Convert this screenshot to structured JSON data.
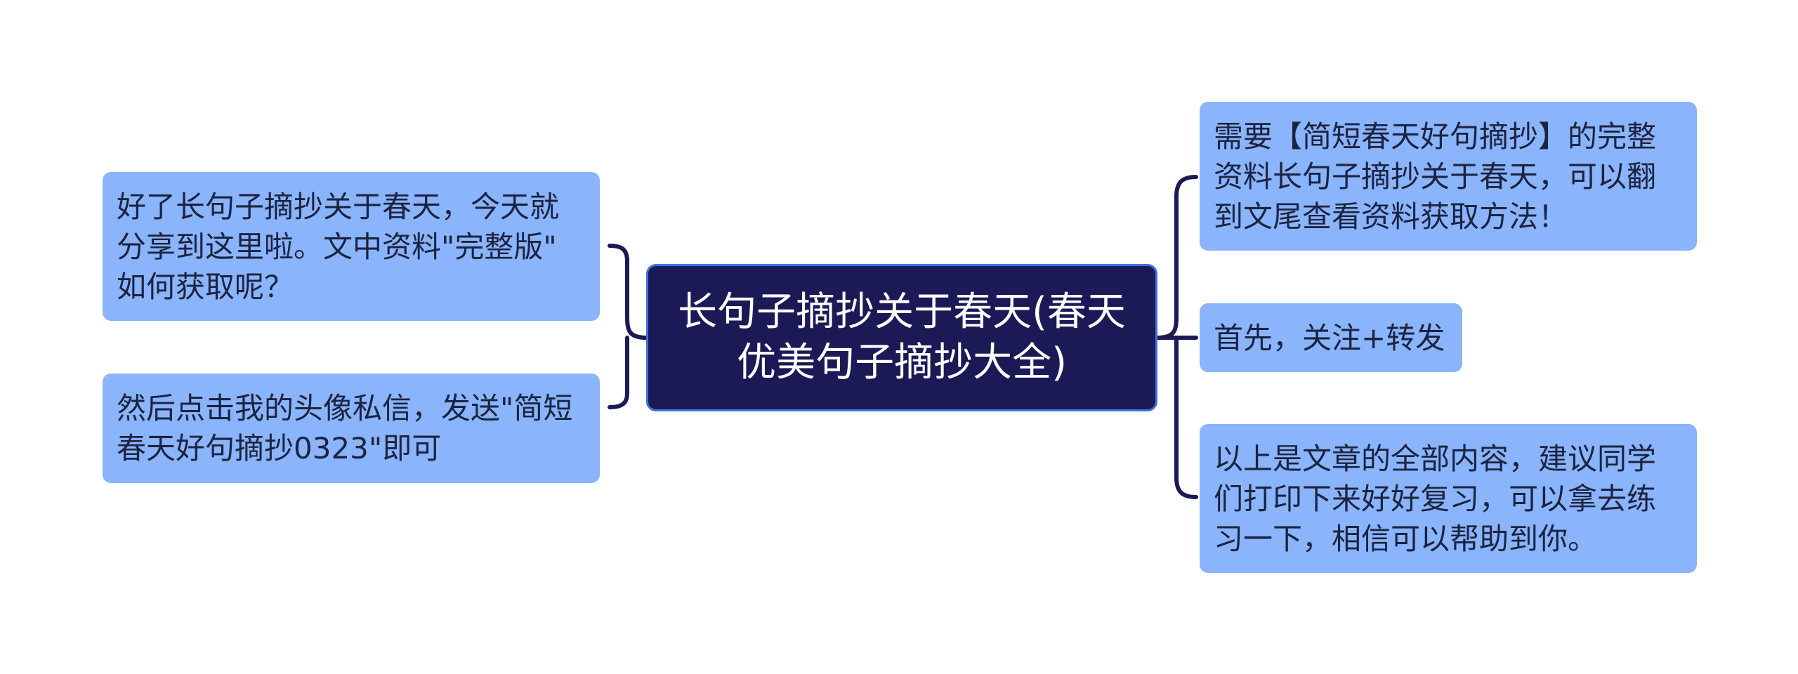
{
  "colors": {
    "central_bg": "#1b1a56",
    "central_border": "#3d73d9",
    "node_bg": "#8ab4fb",
    "node_text": "#1c2340",
    "connector": "#1b1a56",
    "background": "#ffffff"
  },
  "central": {
    "text": "长句子摘抄关于春天(春天\n优美句子摘抄大全)"
  },
  "left_nodes": [
    {
      "text": "好了长句子摘抄关于春天，今天就\n分享到这里啦。文中资料\"完整版\"\n如何获取呢？"
    },
    {
      "text": "然后点击我的头像私信，发送\"简短\n春天好句摘抄0323\"即可"
    }
  ],
  "right_nodes": [
    {
      "text": "需要【简短春天好句摘抄】的完整\n资料长句子摘抄关于春天，可以翻\n到文尾查看资料获取方法！"
    },
    {
      "text": "首先，关注+转发"
    },
    {
      "text": "以上是文章的全部内容，建议同学\n们打印下来好好复习，可以拿去练\n习一下，相信可以帮助到你。"
    }
  ]
}
